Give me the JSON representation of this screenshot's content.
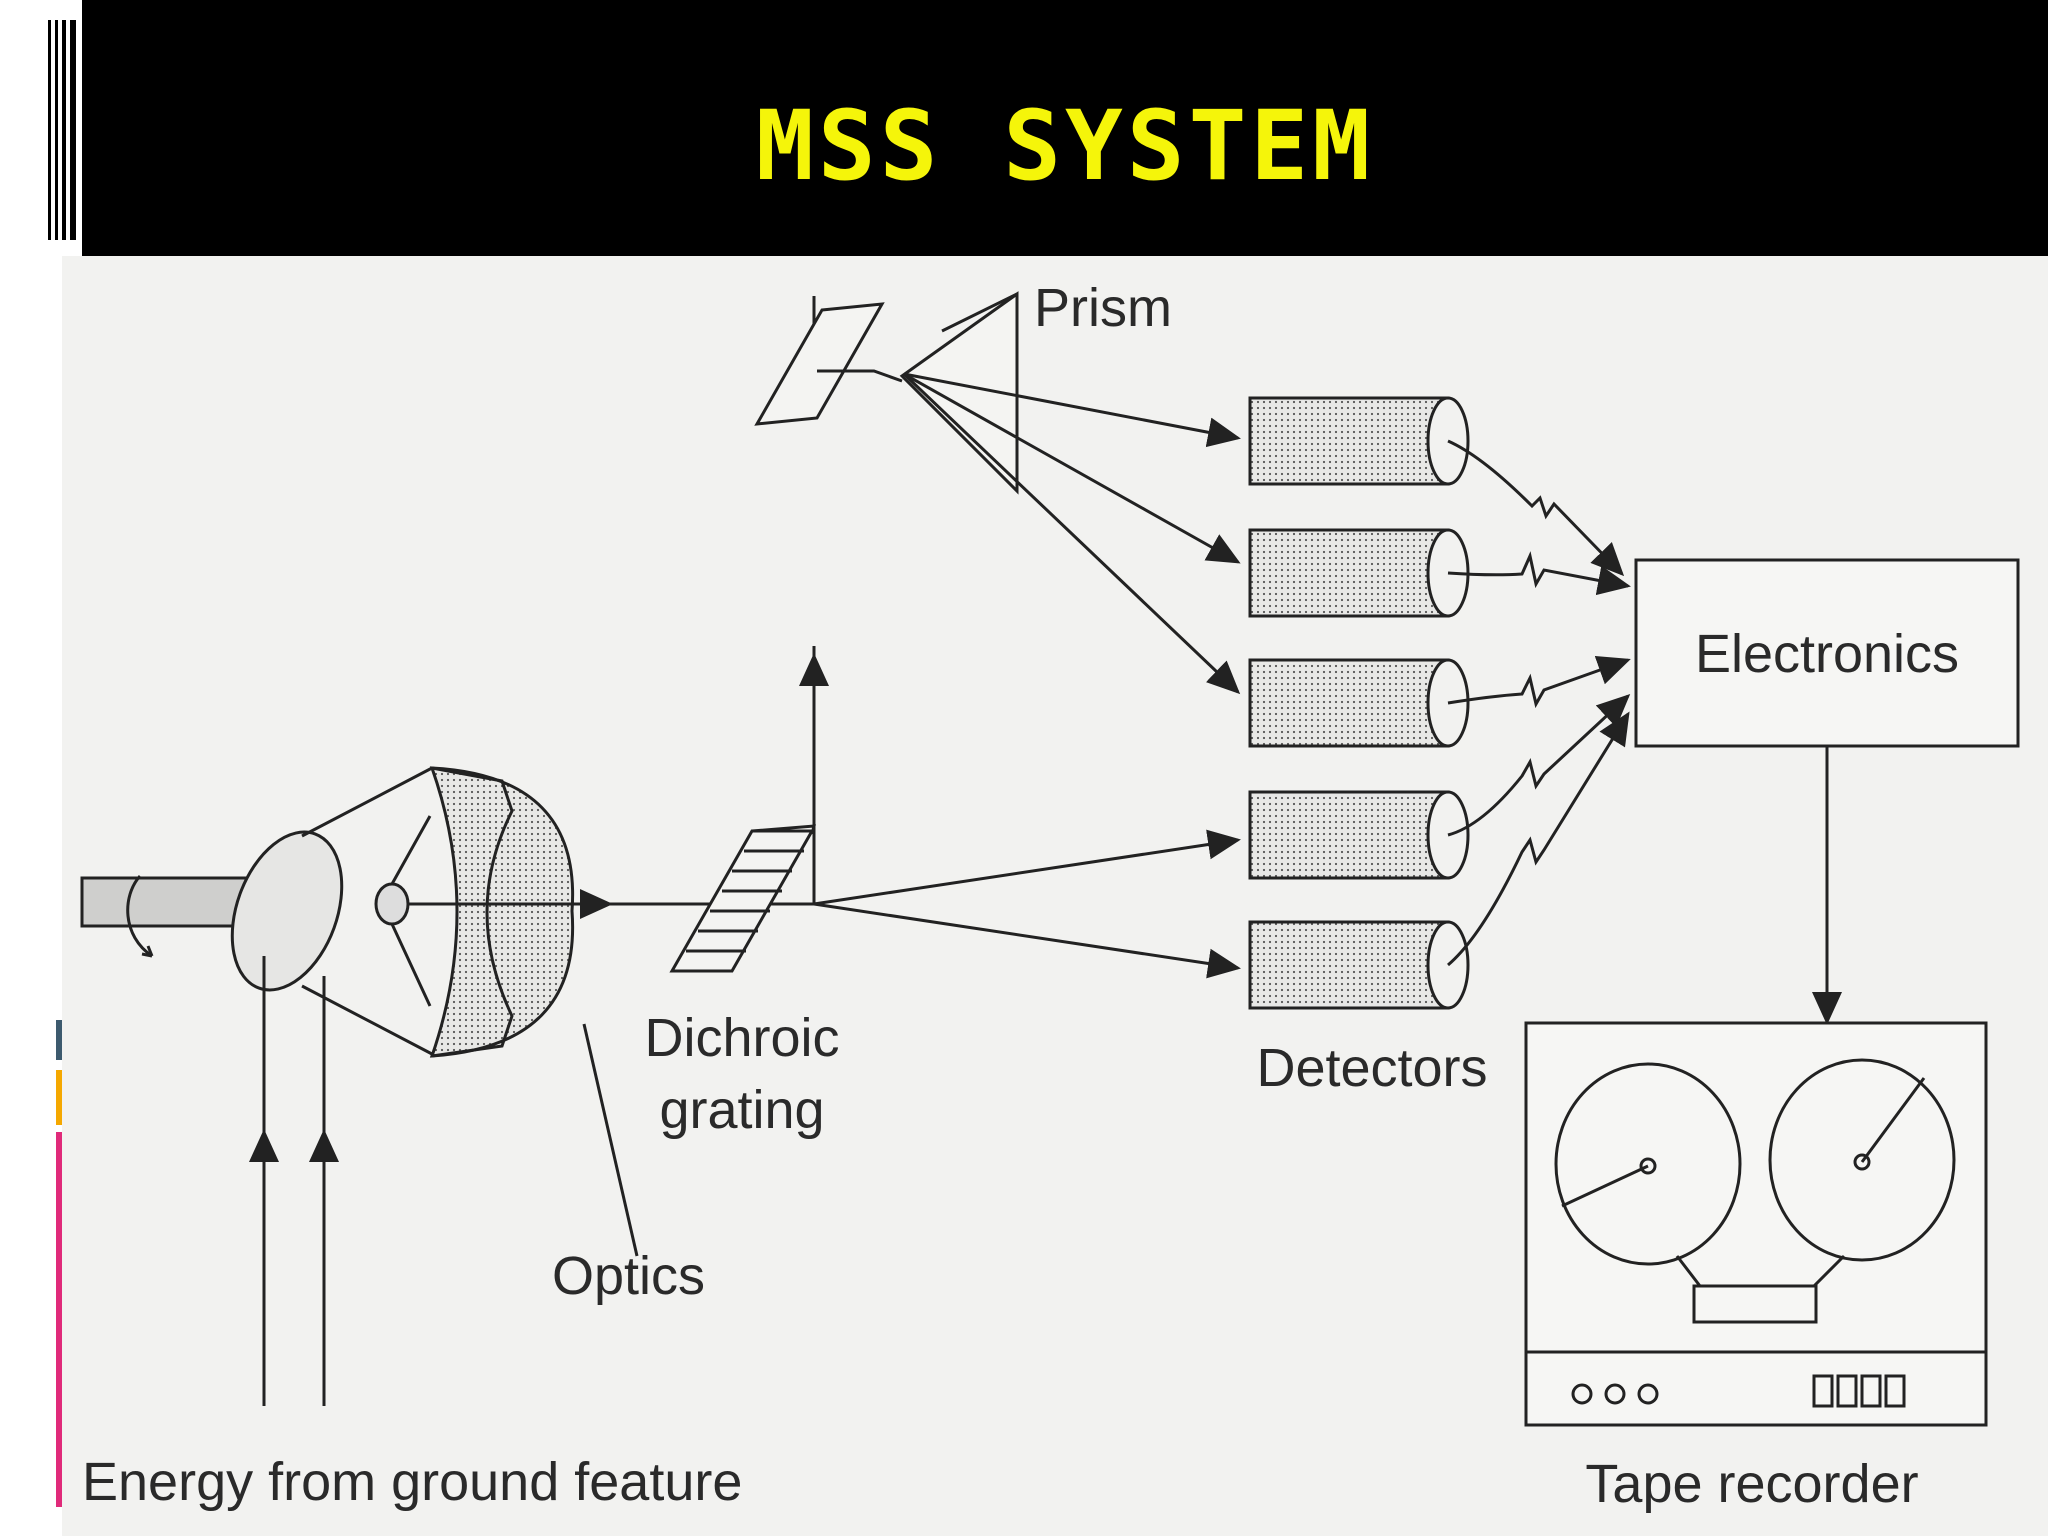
{
  "slide": {
    "title": "MSS SYSTEM",
    "title_color": "#f5f50a",
    "header_bg": "#000000"
  },
  "diagram": {
    "labels": {
      "prism": "Prism",
      "electronics": "Electronics",
      "dichroic_line1": "Dichroic",
      "dichroic_line2": "grating",
      "detectors": "Detectors",
      "optics": "Optics",
      "energy": "Energy from ground feature",
      "tape_recorder": "Tape recorder"
    },
    "accent_strips": [
      "#3d5a6e",
      "#f5a800",
      "#e02a7a"
    ]
  }
}
